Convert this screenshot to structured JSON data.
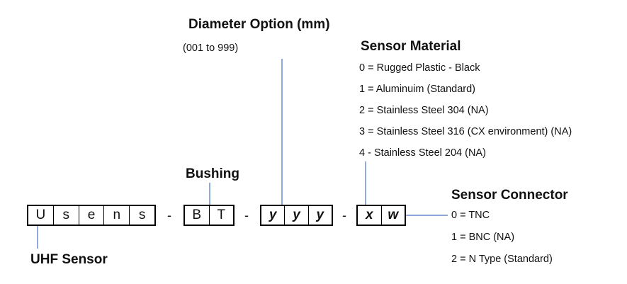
{
  "diameter": {
    "title": "Diameter Option (mm)",
    "range": "(001 to 999)"
  },
  "material": {
    "title": "Sensor Material",
    "items": [
      "0 = Rugged Plastic - Black",
      "1 = Aluminuim (Standard)",
      "2 = Stainless Steel 304 (NA)",
      "3 = Stainless Steel 316 (CX environment) (NA)",
      "4 - Stainless Steel 204 (NA)"
    ]
  },
  "bushing": {
    "title": "Bushing"
  },
  "connector": {
    "title": "Sensor Connector",
    "items": [
      "0 = TNC",
      "1 = BNC (NA)",
      "2 = N Type (Standard)"
    ]
  },
  "uhf": {
    "title": "UHF Sensor"
  },
  "code": {
    "usens": [
      "U",
      "s",
      "e",
      "n",
      "s"
    ],
    "bt": [
      "B",
      "T"
    ],
    "yyy": [
      "y",
      "y",
      "y"
    ],
    "xw": [
      "x",
      "w"
    ],
    "separator": "-"
  },
  "colors": {
    "connector_line": "#4472C4"
  }
}
